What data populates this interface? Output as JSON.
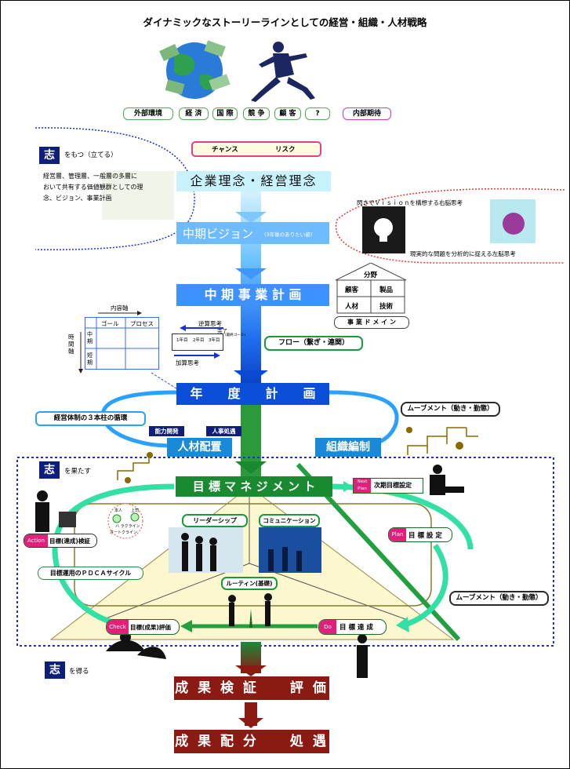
{
  "title": "ダイナミックなストーリーラインとしての経営・組織・人材戦略",
  "env": {
    "external": "外部環境",
    "factors": [
      "経 済",
      "国 際",
      "競 争",
      "顧 客",
      "?"
    ],
    "internal": "内部期待"
  },
  "kokorozashi": {
    "mark": "志",
    "hold": "をもつ（立てる）",
    "hold_desc": [
      "経営層、管理層、一般層の多層に",
      "おいて共有する価値観群としての理念、ビジョン、事業計画"
    ],
    "fulfill": "を果たす",
    "obtain": "を得る"
  },
  "chance_risk": {
    "chance": "チャンス",
    "risk": "リスク"
  },
  "philosophy": "企業理念・経営理念",
  "vision": {
    "label": "中期ビジョン",
    "note": "(3年後のありたい姿)"
  },
  "brain": {
    "right": "閃きでＶｉｓｉｏｎを構想する右脳思考",
    "left": "現実的な問題を分析的に捉える左脳思考"
  },
  "midplan": "中 期 事 業 計 画",
  "domain": {
    "head": "分野",
    "cells": [
      "顧客",
      "製品",
      "人材",
      "技術"
    ],
    "footer": "事 業 ド メ イ ン"
  },
  "matrix": {
    "content_axis": "内容軸",
    "time_axis": "時間軸",
    "cols": [
      "ゴール",
      "プロセス"
    ],
    "rows": [
      "中期",
      "短期"
    ]
  },
  "timeline": {
    "reverse": "逆算思考",
    "done": "完了",
    "years": [
      "1年目",
      "2年目",
      "3年目"
    ],
    "add": "加算思考",
    "small": "(最終ゴール)"
  },
  "flow": "フロー（繋ぎ・連関）",
  "annual": "年　　度　　計　　画",
  "three_pillars": "経営体制の３本柱の循環",
  "movement": "ムーブメント（動き・勤懲）",
  "hr": {
    "dev": "能力開発",
    "treat": "人事処遇",
    "placement": "人材配置",
    "org": "組織編制"
  },
  "mbo": "目 標 マ ネ ジ メ ン ト",
  "next": {
    "badge": [
      "Next",
      "Plan"
    ],
    "label": "次期目標設定"
  },
  "plan": {
    "badge": "Plan",
    "label": "目 標 設 定"
  },
  "do": {
    "badge": "Do",
    "label": "目 標 達 成"
  },
  "check": {
    "badge": "Check",
    "label": "目標(成果)評価"
  },
  "action": {
    "badge": "Action",
    "label": "目標(達成)検証"
  },
  "pdca": "目標運用のＰＤＣＡサイクル",
  "leadership": "リーダーシップ",
  "communication": "コミュニケーション",
  "routine": "ルーティン(基礎)",
  "face": {
    "self": "本人",
    "boss": "上司",
    "line": "ハ ラクライン",
    "line2": "オートクライン"
  },
  "result_verify": "成 果 検 証　　評 価",
  "result_dist": "成 果 配 分　　処 遇"
}
